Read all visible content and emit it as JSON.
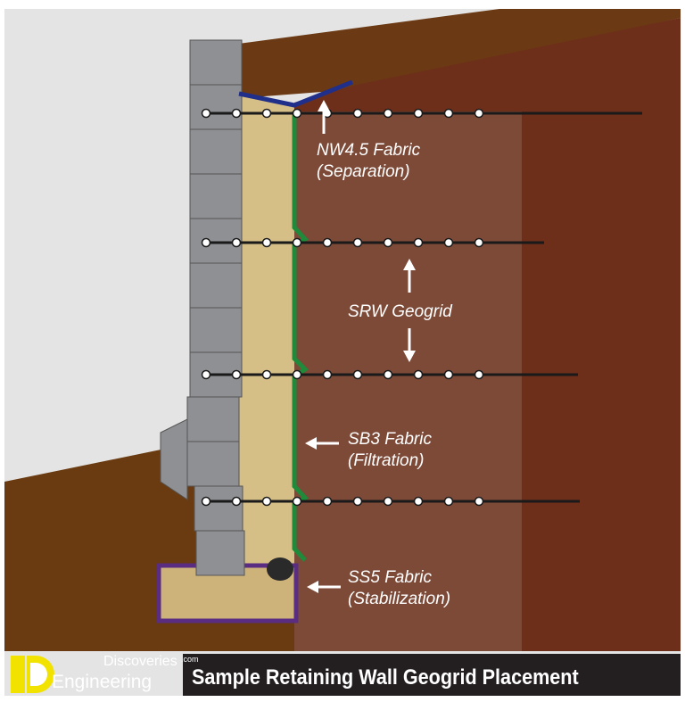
{
  "labels": {
    "nw45_line1": "NW4.5 Fabric",
    "nw45_line2": "(Separation)",
    "srw": "SRW Geogrid",
    "sb3_line1": "SB3 Fabric",
    "sb3_line2": "(Filtration)",
    "ss5_line1": "SS5 Fabric",
    "ss5_line2": "(Stabilization)"
  },
  "banner": {
    "title": "Sample Retaining Wall Geogrid Placement"
  },
  "logo": {
    "discoveries": "Discoveries",
    "com": ".com",
    "engineering": "Engineering"
  },
  "colors": {
    "geogrid": "#1a1a1a",
    "filtration": "#1e8a3a",
    "separation": "#1f2f8a",
    "stabilization": "#5a2d82",
    "fill": "#d6bf86",
    "soil": "#7a4632"
  }
}
